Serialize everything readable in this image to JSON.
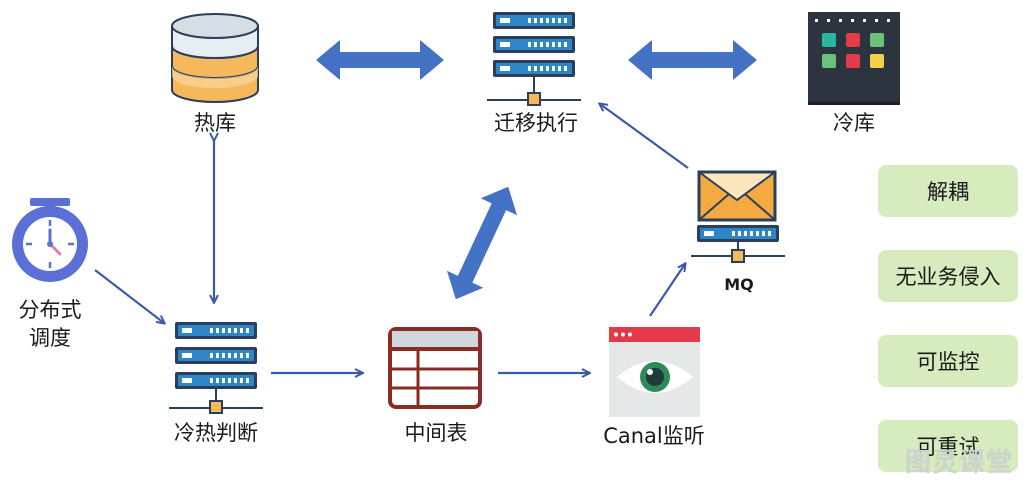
{
  "nodes": {
    "hot_store": "热库",
    "migration": "迁移执行",
    "cold_store": "冷库",
    "scheduler": "分布式\n调度",
    "judge": "冷热判断",
    "middle_table": "中间表",
    "canal": "Canal监听",
    "mq": "MQ"
  },
  "features": [
    "解耦",
    "无业务侵入",
    "可监控",
    "可重试"
  ],
  "watermark": "图灵课堂",
  "colors": {
    "arrow": "#3d5aa8",
    "big_arrow": "#4472c4",
    "server_dark": "#2b3f5c",
    "server_blue": "#2e86c9",
    "feature_bg": "#d6ecbf"
  }
}
